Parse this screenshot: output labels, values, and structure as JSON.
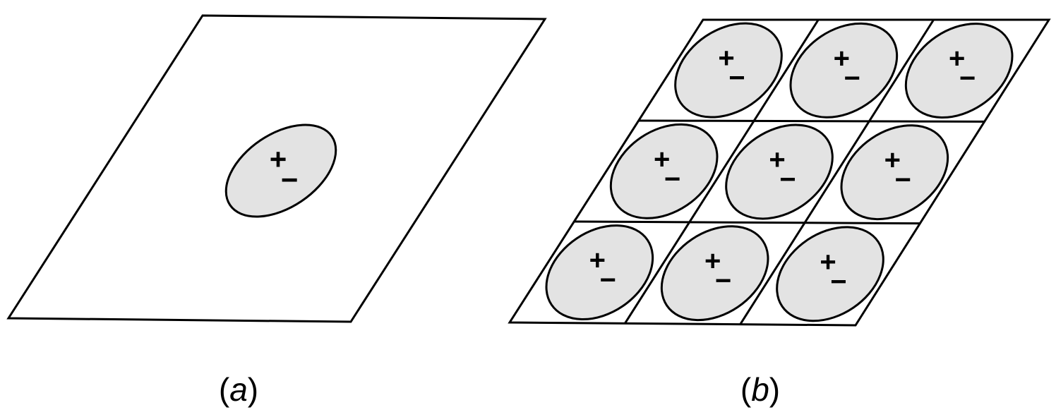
{
  "panels": [
    {
      "caption_open": "(",
      "caption_letter": "a",
      "caption_close": ")",
      "charge_count": 1
    },
    {
      "caption_open": "(",
      "caption_letter": "b",
      "caption_close": ")",
      "charge_count": 9,
      "grid_rows": 3,
      "grid_cols": 3
    }
  ],
  "charge_symbol": {
    "top": "+",
    "bottom": "−"
  },
  "colors": {
    "charge_fill": "#e3e3e3",
    "outline": "#000000",
    "background": "#ffffff"
  }
}
